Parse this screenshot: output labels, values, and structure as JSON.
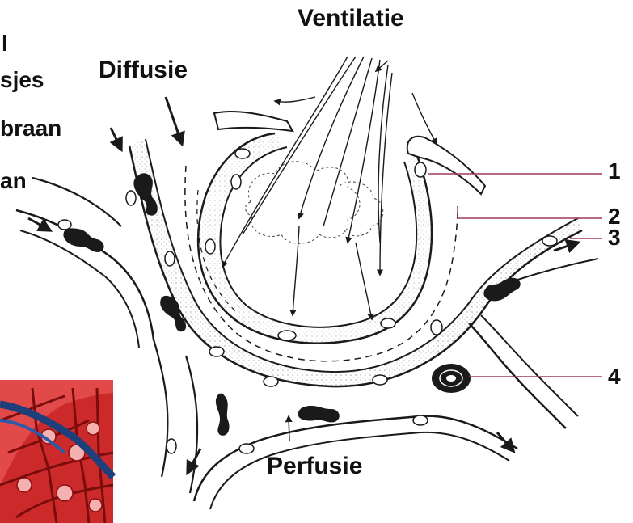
{
  "labels": {
    "ventilation": "Ventilatie",
    "diffusion": "Diffusie",
    "perfusion": "Perfusie"
  },
  "left_cropped_text": [
    "l",
    "sjes",
    "braan",
    "an"
  ],
  "callouts": [
    "1",
    "2",
    "3",
    "4"
  ],
  "colors": {
    "ink": "#1a1a1a",
    "leader": "#a23a5a",
    "inset_red": "#c3141c",
    "inset_blue": "#1f3f7a"
  }
}
